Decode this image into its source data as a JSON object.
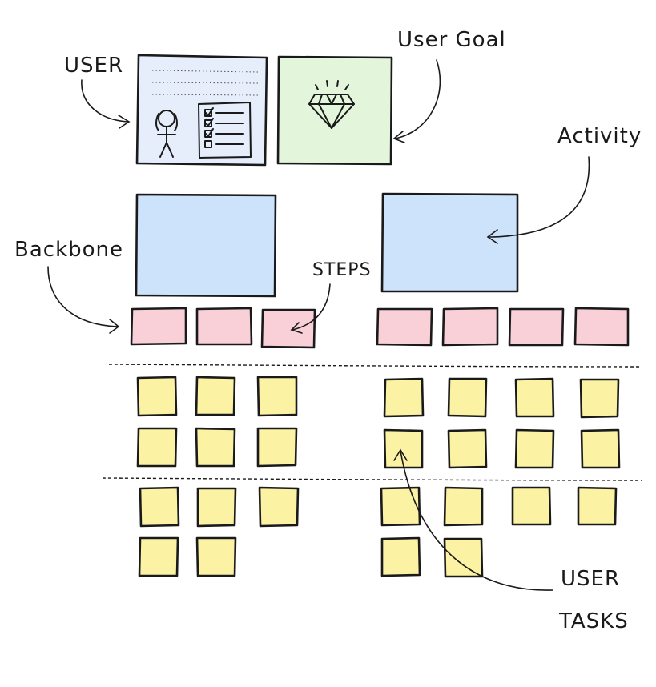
{
  "labels": {
    "user": "USER",
    "user_goal": "User Goal",
    "activity": "Activity",
    "backbone": "Backbone",
    "steps": "STEPS",
    "user_tasks_line1": "USER",
    "user_tasks_line2": "TASKS"
  },
  "icons": {
    "persona_card": "persona-card-icon",
    "goal_card": "diamond-icon"
  },
  "colors": {
    "persona": "#e6eefc",
    "goal": "#e3f6dc",
    "activity": "#cde2fb",
    "step": "#f9cfd8",
    "task": "#fbf2a3",
    "ink": "#1a1a1a"
  }
}
